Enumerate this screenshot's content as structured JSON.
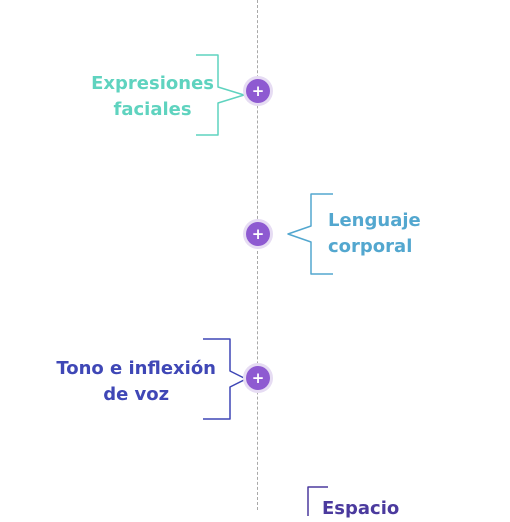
{
  "timeline": {
    "node_icon": "+",
    "items": [
      {
        "lines": [
          "Expresiones",
          "faciales"
        ],
        "side": "left",
        "color": "#5fd3bf"
      },
      {
        "lines": [
          "Lenguaje",
          "corporal"
        ],
        "side": "right",
        "color": "#53a7cf"
      },
      {
        "lines": [
          "Tono e inflexión",
          "de voz"
        ],
        "side": "left",
        "color": "#3f47b6"
      },
      {
        "lines": [
          "Espacio",
          ""
        ],
        "side": "right",
        "color": "#4b3a9e"
      }
    ]
  },
  "colors": {
    "node_fill": "#8e5ad1",
    "node_ring": "#e6dcf3",
    "timeline_line": "#a9a9a9"
  }
}
